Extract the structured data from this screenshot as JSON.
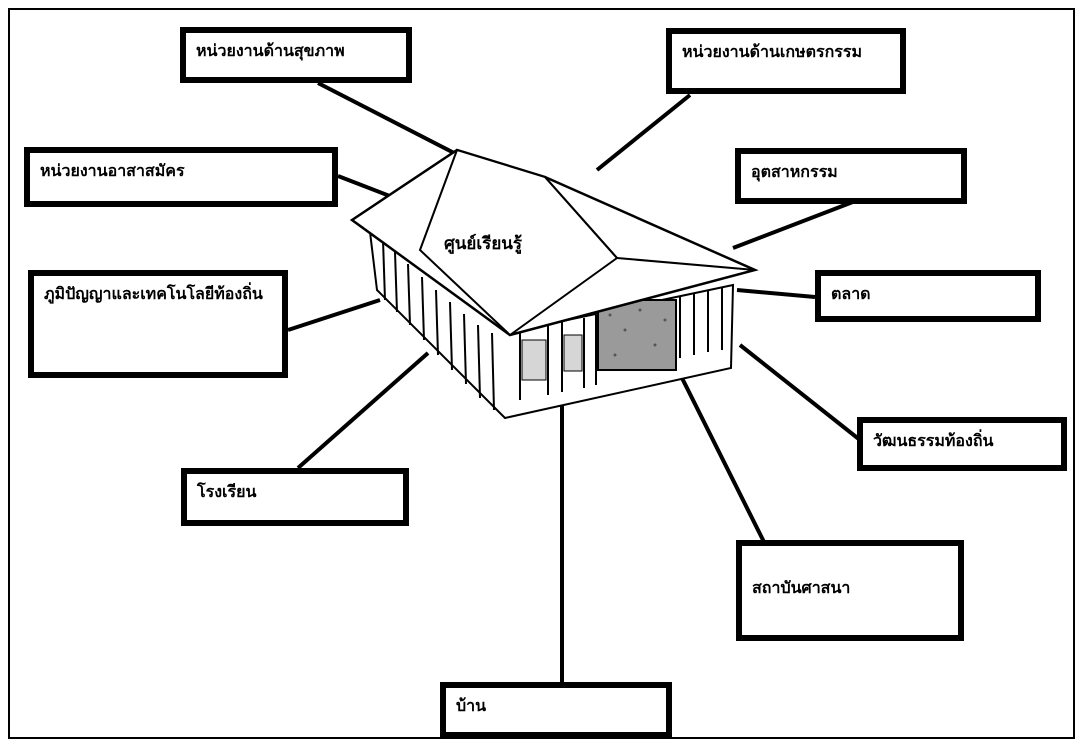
{
  "center": {
    "label": "ศูนย์เรียนรู้"
  },
  "nodes": {
    "health": "หน่วยงานด้านสุขภาพ",
    "agriculture": "หน่วยงานด้านเกษตรกรรม",
    "volunteer": "หน่วยงานอาสาสมัคร",
    "industry": "อุตสาหกรรม",
    "wisdom": "ภูมิปัญญาและเทคโนโลยีท้องถิ่น",
    "market": "ตลาด",
    "culture": "วัฒนธรรมท้องถิ่น",
    "school": "โรงเรียน",
    "religion": "สถาบันศาสนา",
    "home": "บ้าน"
  },
  "colors": {
    "line": "#000000",
    "box_border": "#000000",
    "background": "#ffffff"
  }
}
